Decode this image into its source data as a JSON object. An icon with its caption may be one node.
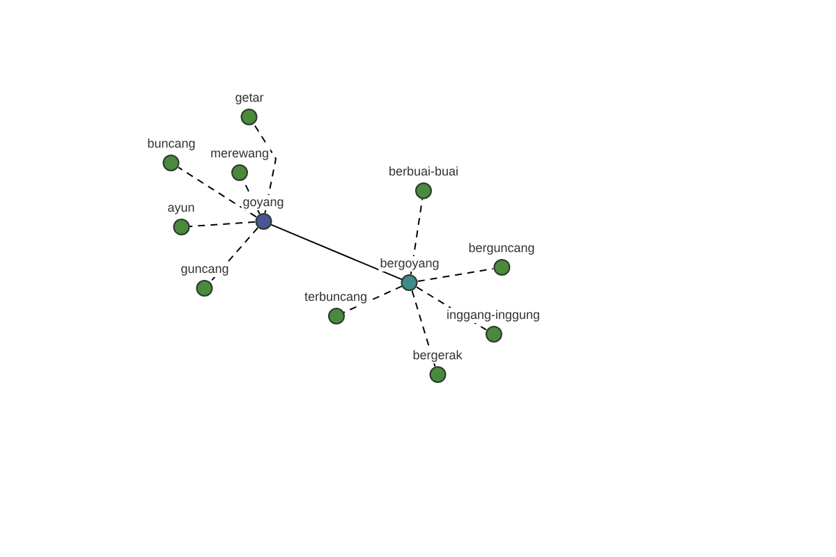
{
  "diagram": {
    "nodes": [
      {
        "text": [
          "getar"
        ]
      },
      {
        "text": [
          "buncang"
        ]
      },
      {
        "text": [
          "merewang"
        ]
      },
      {
        "text": [
          "berbuai-buai"
        ]
      },
      {
        "text": [
          "goyang"
        ]
      },
      {
        "text": [
          "ayun"
        ]
      },
      {
        "text": [
          "berguncang"
        ]
      },
      {
        "text": [
          "bergoyang"
        ]
      },
      {
        "text": [
          "guncang"
        ]
      },
      {
        "text": [
          "terbuncang"
        ]
      },
      {
        "text": [
          "inggang-inggung"
        ]
      },
      {
        "text": [
          "bergerak"
        ]
      }
    ],
    "edges": [
      {
        "from": 4,
        "to": 0,
        "arrow": "none",
        "style": "dashed"
      },
      {
        "from": 4,
        "to": 1,
        "arrow": "none",
        "style": "dashed"
      },
      {
        "from": 4,
        "to": 2,
        "arrow": "none",
        "style": "dashed"
      },
      {
        "from": 4,
        "to": 5,
        "arrow": "none",
        "style": "dashed"
      },
      {
        "from": 4,
        "to": 8,
        "arrow": "none",
        "style": "dashed"
      },
      {
        "from": 4,
        "to": 7,
        "arrow": "none"
      },
      {
        "from": 7,
        "to": 3,
        "arrow": "none",
        "style": "dashed"
      },
      {
        "from": 7,
        "to": 6,
        "arrow": "none",
        "style": "dashed"
      },
      {
        "from": 7,
        "to": 9,
        "arrow": "none",
        "style": "dashed"
      },
      {
        "from": 7,
        "to": 10,
        "arrow": "none",
        "style": "dashed"
      },
      {
        "from": 7,
        "to": 11,
        "arrow": "none",
        "style": "dashed"
      }
    ]
  }
}
